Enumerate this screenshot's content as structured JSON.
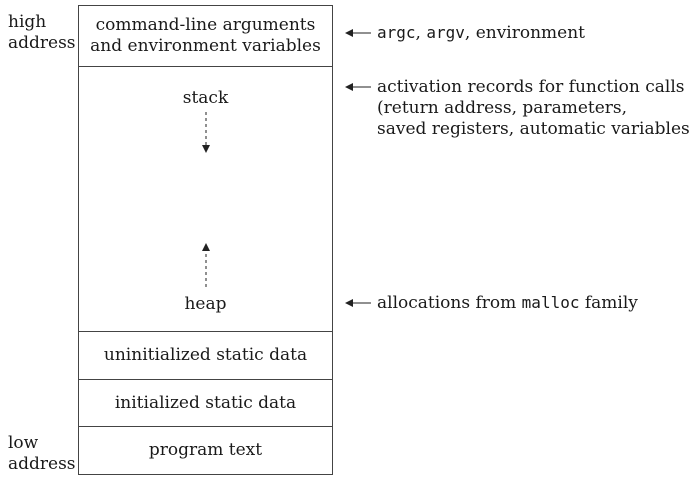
{
  "left_labels": {
    "high": "high\naddress",
    "low": "low\naddress"
  },
  "segments": {
    "args_line1": "command-line arguments",
    "args_line2": "and environment variables",
    "stack": "stack",
    "heap": "heap",
    "bss": "uninitialized static data",
    "data": "initialized static data",
    "text": "program text"
  },
  "annotations": {
    "args": [
      "argc",
      "argv",
      "environment"
    ],
    "stack_line1": "activation records for function calls",
    "stack_line2": "(return address, parameters,",
    "stack_line3": "saved registers, automatic variables)",
    "heap_prefix": "allocations from ",
    "heap_code": "malloc",
    "heap_suffix": "family"
  }
}
